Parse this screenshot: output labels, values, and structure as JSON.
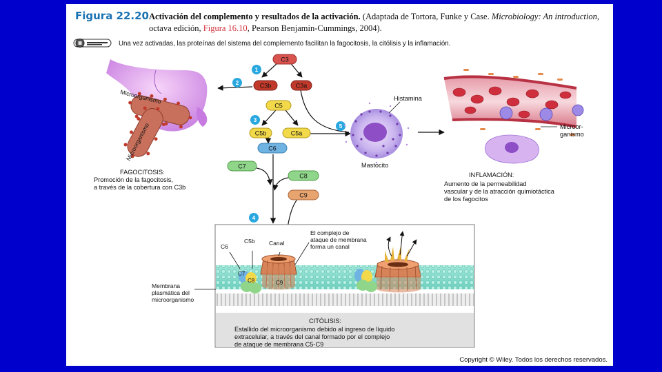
{
  "figure": {
    "number": "Figura 22.20",
    "title_bold": "Activación del complemento y resultados de la activación.",
    "citation_pre": " (Adaptada de Tortora, Funke y Case. ",
    "citation_book": "Microbiology: An introduction",
    "citation_mid": ", octava edición, ",
    "citation_fig": "Figura 16.10",
    "citation_post": ", Pearson Benjamin-Cummings, 2004).",
    "note": "Una vez activadas, las proteínas del sistema del complemento facilitan la fagocitosis, la citólisis y la inflamación."
  },
  "proteins": {
    "c3": "C3",
    "c3b": "C3b",
    "c3a": "C3a",
    "c5": "C5",
    "c5b": "C5b",
    "c5a": "C5a",
    "c6": "C6",
    "c7": "C7",
    "c8": "C8",
    "c9": "C9"
  },
  "steps": [
    "1",
    "2",
    "3",
    "4",
    "5"
  ],
  "labels": {
    "microorganism_1": "Microorganismo",
    "microorganism_2": "Microorganismo",
    "histamine": "Histamina",
    "mast_cell": "Mastocito",
    "microorganism_right": "Microor-\nganismo",
    "canal": "Canal",
    "mac_forms_channel": "El complejo de\nataque de membrana\nforma un canal",
    "membrane": "Membrana\nplasmática del\nmicroorganismo"
  },
  "phagocytosis": {
    "title": "FAGOCITOSIS:",
    "text": "Promoción de la fagocitosis,\na través de la cobertura con C3b"
  },
  "inflammation": {
    "title": "INFLAMACIÓN:",
    "text": "Aumento de la permeabilidad\nvascular y de la atracción quimiotáctica\nde los fagocitos"
  },
  "cytolysis": {
    "title": "CITÓLISIS:",
    "text": "Estallido del microorganismo debido al ingreso de líquido\nextracelular, a través del canal formado por el complejo\nde ataque de membrana C5-C9"
  },
  "copyright": "Copyright © Wiley. Todos los derechos reservados.",
  "colors": {
    "background": "#0000cc",
    "c3": "#c0392b",
    "c5": "#f2d94a",
    "c6": "#6fb3e3",
    "c7c8": "#8fd68a",
    "c9": "#e8a46e",
    "step_circle": "#29a8e0"
  }
}
